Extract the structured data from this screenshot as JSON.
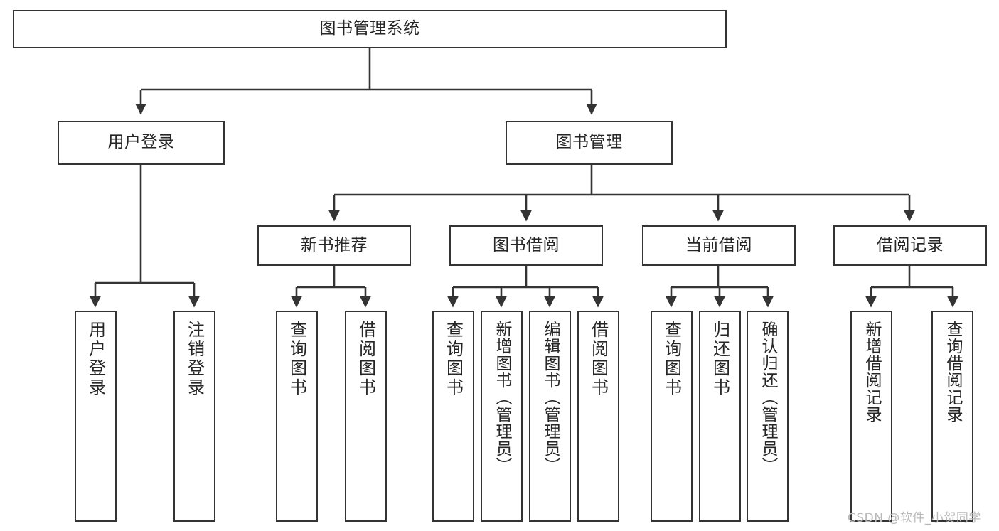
{
  "diagram": {
    "title": "图书管理系统",
    "type": "functional-structure-tree",
    "stroke_color": "#343434",
    "text_color": "#262626",
    "background_color": "#ffffff",
    "watermark": "CSDN @软件_小贺同学",
    "nodes": {
      "root": {
        "label": "图书管理系统"
      },
      "level2": [
        {
          "label": "用户登录"
        },
        {
          "label": "图书管理"
        }
      ],
      "level3": [
        {
          "label": "新书推荐"
        },
        {
          "label": "图书借阅"
        },
        {
          "label": "当前借阅"
        },
        {
          "label": "借阅记录"
        }
      ],
      "leaves": {
        "user_login": [
          {
            "label": "用户登录"
          },
          {
            "label": "注销登录"
          }
        ],
        "new_book_recommend": [
          {
            "label": "查询图书"
          },
          {
            "label": "借阅图书"
          }
        ],
        "book_borrow": [
          {
            "label": "查询图书"
          },
          {
            "label": "新增图书（管理员）"
          },
          {
            "label": "编辑图书（管理员）"
          },
          {
            "label": "借阅图书"
          }
        ],
        "current_borrow": [
          {
            "label": "查询图书"
          },
          {
            "label": "归还图书"
          },
          {
            "label": "确认归还（管理员）"
          }
        ],
        "borrow_record": [
          {
            "label": "新增借阅记录"
          },
          {
            "label": "查询借阅记录"
          }
        ]
      }
    }
  }
}
